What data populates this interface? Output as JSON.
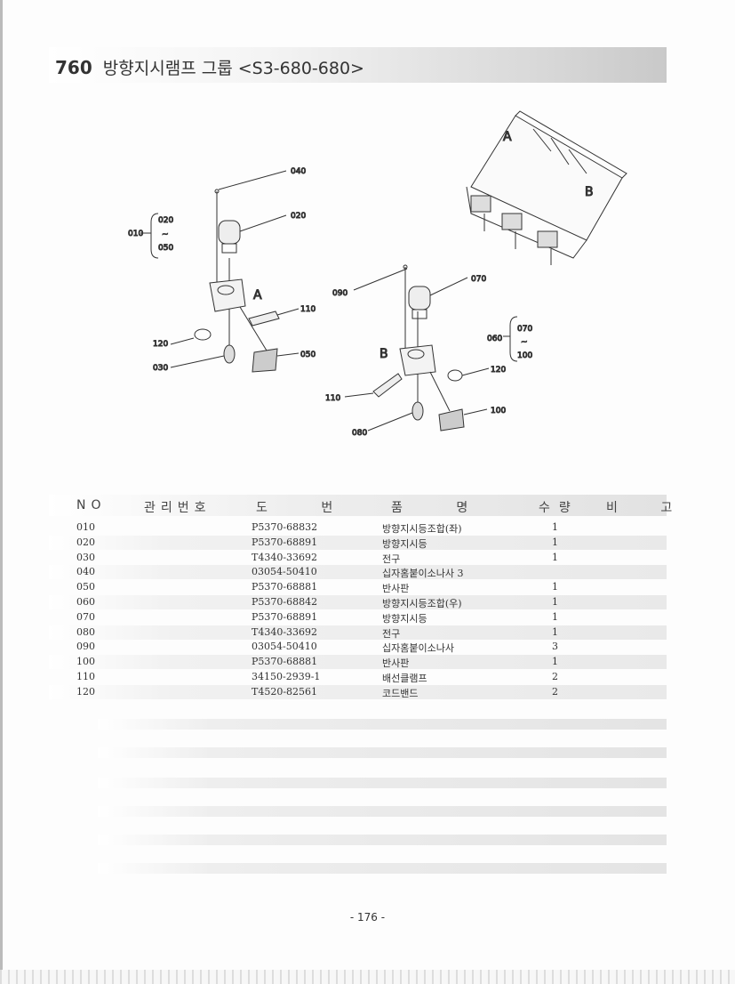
{
  "header": {
    "number": "760",
    "title": "방향지시램프 그룹",
    "code": "<S3-680-680>"
  },
  "diagram": {
    "left_labels": {
      "040": "040",
      "020": "020",
      "010": "010",
      "bracket_top": "020",
      "bracket_mid": "~",
      "bracket_bot": "050",
      "A": "A",
      "110": "110",
      "120": "120",
      "030": "030",
      "050": "050"
    },
    "right_labels": {
      "090": "090",
      "070": "070",
      "B": "B",
      "060": "060",
      "bracket_top": "070",
      "bracket_mid": "~",
      "bracket_bot": "100",
      "120": "120",
      "110": "110",
      "100": "100",
      "080": "080"
    },
    "bucket_labels": {
      "A": "A",
      "B": "B"
    }
  },
  "table": {
    "headers": {
      "no": "NO",
      "mgmt": "관리번호",
      "drawing": "도 번",
      "name": "품 명",
      "qty": "수량",
      "remark": "비 고"
    },
    "rows": [
      {
        "no": "010",
        "drawing": "P5370-68832",
        "name": "방향지시등조합(좌)",
        "qty": "1"
      },
      {
        "no": "020",
        "drawing": "P5370-68891",
        "name": "방향지시등",
        "qty": "1"
      },
      {
        "no": "030",
        "drawing": "T4340-33692",
        "name": "전구",
        "qty": "1"
      },
      {
        "no": "040",
        "drawing": "03054-50410",
        "name": "십자홈붙이소나사 3",
        "qty": ""
      },
      {
        "no": "050",
        "drawing": "P5370-68881",
        "name": "반사판",
        "qty": "1"
      },
      {
        "no": "060",
        "drawing": "P5370-68842",
        "name": "방향지시등조합(우)",
        "qty": "1"
      },
      {
        "no": "070",
        "drawing": "P5370-68891",
        "name": "방향지시등",
        "qty": "1"
      },
      {
        "no": "080",
        "drawing": "T4340-33692",
        "name": "전구",
        "qty": "1"
      },
      {
        "no": "090",
        "drawing": "03054-50410",
        "name": "십자홈붙이소나사",
        "qty": "3"
      },
      {
        "no": "100",
        "drawing": "P5370-68881",
        "name": "반사판",
        "qty": "1"
      },
      {
        "no": "110",
        "drawing": "34150-2939-1",
        "name": "배선클램프",
        "qty": "2"
      },
      {
        "no": "120",
        "drawing": "T4520-82561",
        "name": "코드밴드",
        "qty": "2"
      }
    ]
  },
  "footer": {
    "page": "- 176 -"
  }
}
